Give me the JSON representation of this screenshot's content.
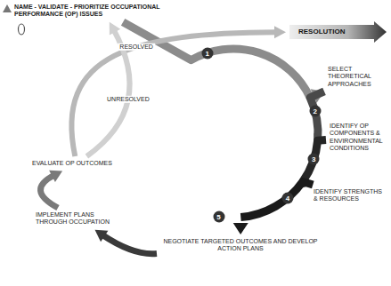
{
  "diagram": {
    "nodes": [
      {
        "text": [
          "NAME - VALIDATE - PRIORITIZE OCCUPATIONAL PERFORMANCE (OP) ISSUES"
        ]
      },
      {
        "text": [
          "SELECT THEORETICAL APPROACHES"
        ]
      },
      {
        "text": [
          "IDENTIFY OP COMPONENTS & ENVIRONMENTAL CONDITIONS"
        ]
      },
      {
        "text": [
          "IDENTIFY STRENGTHS & RESOURCES"
        ]
      },
      {
        "text": [
          "NEGOTIATE TARGETED OUTCOMES AND DEVELOP ACTION PLANS"
        ]
      },
      {
        "text": [
          "IMPLEMENT PLANS THROUGH OCCUPATION"
        ]
      },
      {
        "text": [
          "EVALUATE OP OUTCOMES"
        ]
      },
      {
        "text": [
          "RESOLUTION"
        ]
      }
    ],
    "edges": [
      {
        "from": 0,
        "to": 1,
        "arrow": "to"
      },
      {
        "from": 1,
        "to": 2,
        "arrow": "to"
      },
      {
        "from": 2,
        "to": 3,
        "arrow": "to"
      },
      {
        "from": 3,
        "to": 4,
        "arrow": "to"
      },
      {
        "from": 4,
        "to": 5,
        "arrow": "to"
      },
      {
        "from": 5,
        "to": 6,
        "arrow": "to"
      },
      {
        "from": 6,
        "to": 7,
        "label": "RESOLVED",
        "arrow": "to"
      },
      {
        "from": 6,
        "to": 0,
        "label": "UNRESOLVED",
        "arrow": "to"
      }
    ],
    "labels": [
      "1",
      "2",
      "3",
      "4",
      "5"
    ]
  }
}
